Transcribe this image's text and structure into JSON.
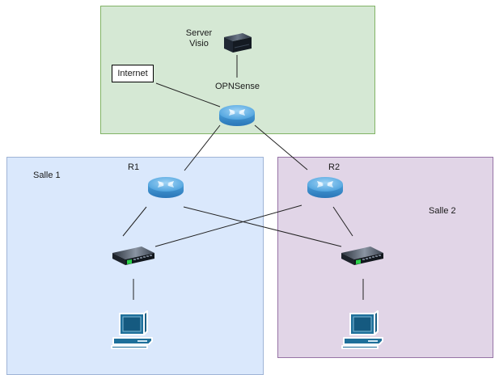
{
  "zones": {
    "top": {
      "color_fill": "#d5e8d4",
      "color_stroke": "#82b366"
    },
    "salle1": {
      "label": "Salle 1",
      "color_fill": "#dae8fc",
      "color_stroke": "#9fb4d6"
    },
    "salle2": {
      "label": "Salle 2",
      "color_fill": "#e1d5e7",
      "color_stroke": "#9673a6"
    }
  },
  "nodes": {
    "server": {
      "label_line1": "Server",
      "label_line2": "Visio",
      "icon": "server-icon"
    },
    "firewall": {
      "label": "OPNSense",
      "icon": "router-icon"
    },
    "internet": {
      "label": "Internet"
    },
    "r1": {
      "label": "R1",
      "icon": "router-icon"
    },
    "r2": {
      "label": "R2",
      "icon": "router-icon"
    },
    "switch1": {
      "icon": "switch-icon"
    },
    "switch2": {
      "icon": "switch-icon"
    },
    "pc1": {
      "icon": "computer-icon"
    },
    "pc2": {
      "icon": "computer-icon"
    }
  },
  "links": [
    [
      "server",
      "firewall"
    ],
    [
      "internet",
      "firewall"
    ],
    [
      "firewall",
      "r1"
    ],
    [
      "firewall",
      "r2"
    ],
    [
      "r1",
      "switch1"
    ],
    [
      "r1",
      "switch2"
    ],
    [
      "r2",
      "switch1"
    ],
    [
      "r2",
      "switch2"
    ],
    [
      "switch1",
      "pc1"
    ],
    [
      "switch2",
      "pc2"
    ]
  ]
}
